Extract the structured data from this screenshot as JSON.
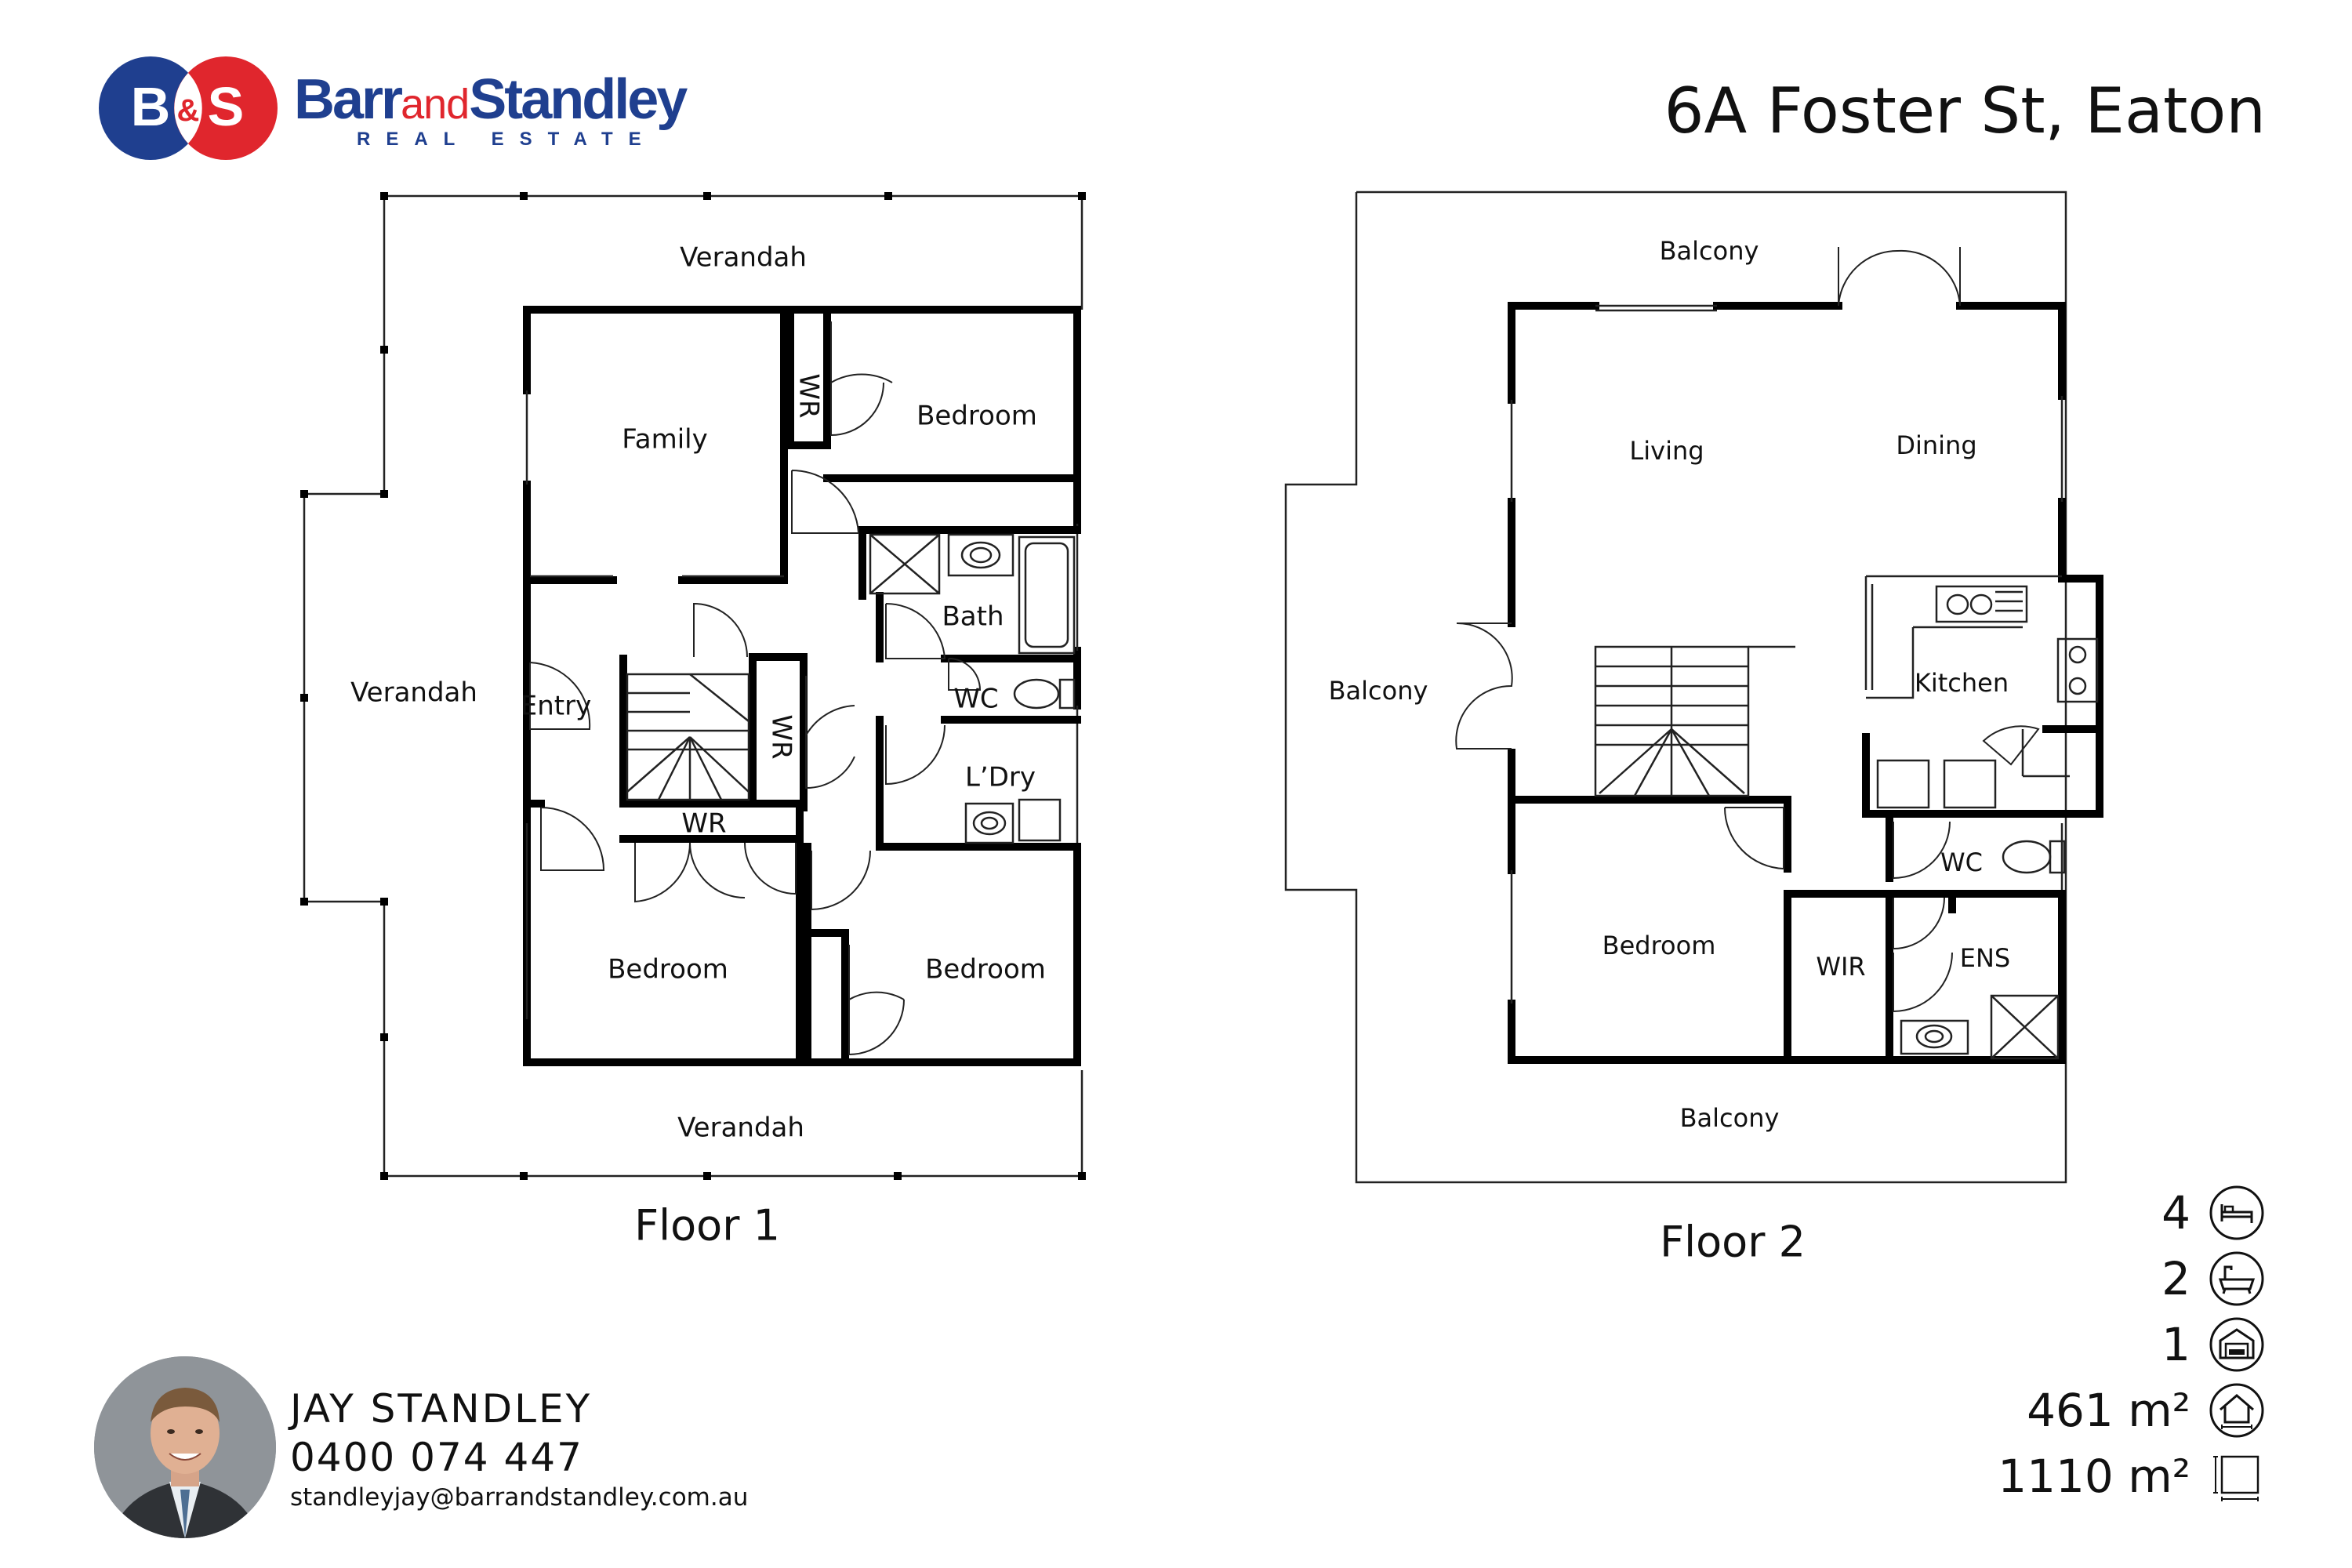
{
  "brand": {
    "logo_initials": "B&S",
    "name_part1": "Barr",
    "name_and": "and",
    "name_part2": "Standley",
    "tagline": "REAL ESTATE"
  },
  "address": "6A Foster St, Eaton",
  "floor1": {
    "label": "Floor 1",
    "rooms": {
      "verandah_top": "Verandah",
      "verandah_left": "Verandah",
      "verandah_bottom": "Verandah",
      "family": "Family",
      "wr_top": "WR",
      "bedroom_ne": "Bedroom",
      "bath": "Bath",
      "wc": "WC",
      "entry": "Entry",
      "wr_mid": "WR",
      "ldry": "L’Dry",
      "wr_low": "WR",
      "bedroom_sw": "Bedroom",
      "bedroom_se": "Bedroom"
    }
  },
  "floor2": {
    "label": "Floor 2",
    "rooms": {
      "balcony_top": "Balcony",
      "balcony_left": "Balcony",
      "balcony_bottom": "Balcony",
      "living": "Living",
      "dining": "Dining",
      "kitchen": "Kitchen",
      "wc": "WC",
      "bedroom": "Bedroom",
      "wir": "WIR",
      "ens": "ENS"
    }
  },
  "stats": {
    "bedrooms": "4",
    "bathrooms": "2",
    "garage": "1",
    "floor_area": "461 m²",
    "land_area": "1110 m²",
    "icons": [
      "bed-icon",
      "bath-icon",
      "garage-icon",
      "house-area-icon",
      "land-area-icon"
    ]
  },
  "agent": {
    "name": "JAY STANDLEY",
    "phone": "0400 074 447",
    "email": "standleyjay@barrandstandley.com.au"
  },
  "colors": {
    "brand_blue": "#1f3f8f",
    "brand_red": "#e0262d",
    "wall": "#000000"
  }
}
